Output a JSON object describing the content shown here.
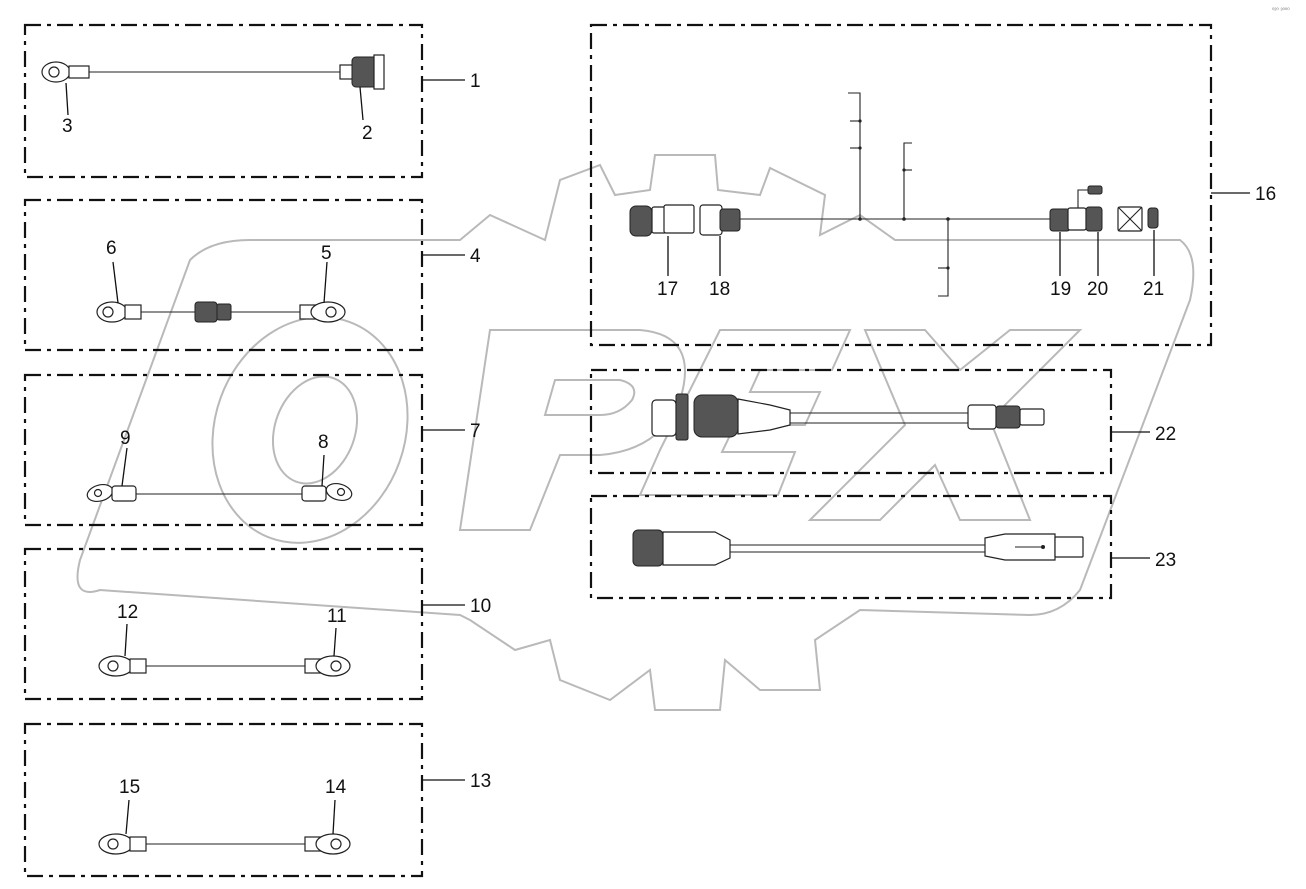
{
  "corner_mark": "⁰²⁰ ³⁰⁰⁰",
  "watermark": {
    "text": "OPEX"
  },
  "callouts": [
    {
      "id": "1",
      "label": "1"
    },
    {
      "id": "2",
      "label": "2"
    },
    {
      "id": "3",
      "label": "3"
    },
    {
      "id": "4",
      "label": "4"
    },
    {
      "id": "5",
      "label": "5"
    },
    {
      "id": "6",
      "label": "6"
    },
    {
      "id": "7",
      "label": "7"
    },
    {
      "id": "8",
      "label": "8"
    },
    {
      "id": "9",
      "label": "9"
    },
    {
      "id": "10",
      "label": "10"
    },
    {
      "id": "11",
      "label": "11"
    },
    {
      "id": "12",
      "label": "12"
    },
    {
      "id": "13",
      "label": "13"
    },
    {
      "id": "14",
      "label": "14"
    },
    {
      "id": "15",
      "label": "15"
    },
    {
      "id": "16",
      "label": "16"
    },
    {
      "id": "17",
      "label": "17"
    },
    {
      "id": "18",
      "label": "18"
    },
    {
      "id": "19",
      "label": "19"
    },
    {
      "id": "20",
      "label": "20"
    },
    {
      "id": "21",
      "label": "21"
    },
    {
      "id": "22",
      "label": "22"
    },
    {
      "id": "23",
      "label": "23"
    }
  ]
}
